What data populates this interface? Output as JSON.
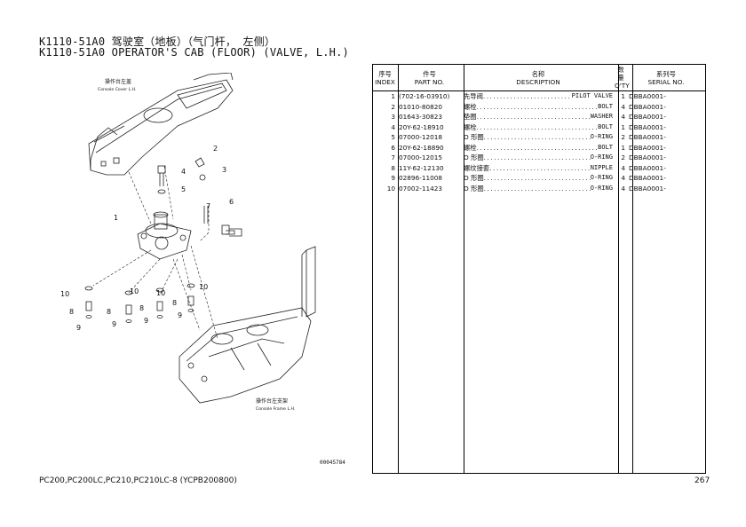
{
  "header": {
    "title_zh": "K1110-51A0 驾驶室（地板）（气门杆， 左侧）",
    "title_en": "K1110-51A0 OPERATOR'S CAB (FLOOR) (VALVE, L.H.)"
  },
  "diagram": {
    "label_top_zh": "操作台左盖",
    "label_top_en": "Console Cover L.H.",
    "label_bottom_zh": "操作台左支架",
    "label_bottom_en": "Console Frame L.H.",
    "callouts": [
      "1",
      "2",
      "3",
      "4",
      "5",
      "6",
      "7",
      "8",
      "9",
      "10"
    ],
    "drawing_number": "00045784"
  },
  "table": {
    "headers": {
      "index_zh": "序号",
      "index_en": "INDEX",
      "part_zh": "件号",
      "part_en": "PART NO.",
      "desc_zh": "名称",
      "desc_en": "DESCRIPTION",
      "qty_zh": "数量",
      "qty_en": "Q'TY",
      "serial_zh": "系列号",
      "serial_en": "SERIAL NO."
    },
    "rows": [
      {
        "index": "1",
        "part": "(702-16-03910)",
        "desc_zh": "先导阀",
        "desc_en": "PILOT VALVE",
        "qty": "1",
        "serial": "DBBA0001-"
      },
      {
        "index": "2",
        "part": "01010-80820",
        "desc_zh": "螺栓",
        "desc_en": "BOLT",
        "qty": "4",
        "serial": "DBBA0001-"
      },
      {
        "index": "3",
        "part": "01643-30823",
        "desc_zh": "垫圈",
        "desc_en": "WASHER",
        "qty": "4",
        "serial": "DBBA0001-"
      },
      {
        "index": "4",
        "part": "20Y-62-18910",
        "desc_zh": "螺栓",
        "desc_en": "BOLT",
        "qty": "1",
        "serial": "DBBA0001-"
      },
      {
        "index": "5",
        "part": "07000-12018",
        "desc_zh": "O 形圈",
        "desc_en": "O-RING",
        "qty": "2",
        "serial": "DBBA0001-"
      },
      {
        "index": "6",
        "part": "20Y-62-18890",
        "desc_zh": "螺栓",
        "desc_en": "BOLT",
        "qty": "1",
        "serial": "DBBA0001-"
      },
      {
        "index": "7",
        "part": "07000-12015",
        "desc_zh": "O 形圈",
        "desc_en": "O-RING",
        "qty": "2",
        "serial": "DBBA0001-"
      },
      {
        "index": "8",
        "part": "11Y-62-12130",
        "desc_zh": "螺纹接套",
        "desc_en": "NIPPLE",
        "qty": "4",
        "serial": "DBBA0001-"
      },
      {
        "index": "9",
        "part": "02896-11008",
        "desc_zh": "O 形圈",
        "desc_en": "O-RING",
        "qty": "4",
        "serial": "DBBA0001-"
      },
      {
        "index": "10",
        "part": "07002-11423",
        "desc_zh": "O 形圈",
        "desc_en": "O-RING",
        "qty": "4",
        "serial": "DBBA0001-"
      }
    ]
  },
  "footer": {
    "models": "PC200,PC200LC,PC210,PC210LC-8 (YCPB200800)",
    "page": "267"
  }
}
